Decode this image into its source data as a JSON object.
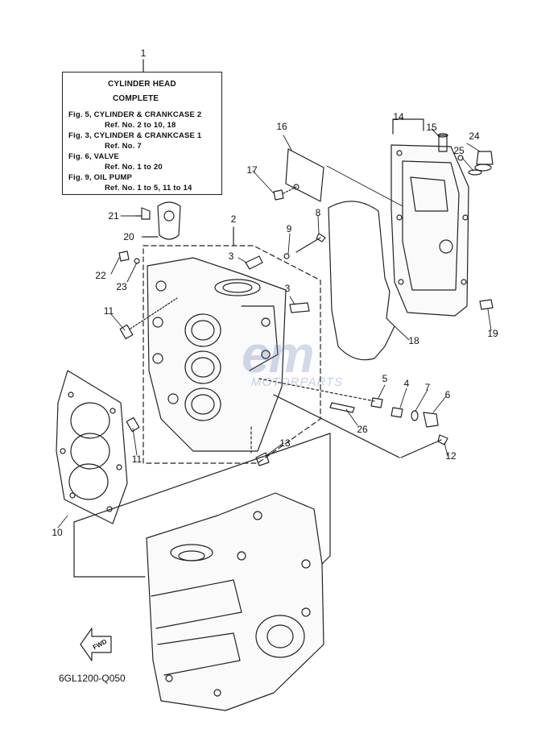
{
  "note": {
    "title_line1": "CYLINDER  HEAD",
    "title_line2": "COMPLETE",
    "lines": [
      "Fig. 5, CYLINDER & CRANKCASE 2",
      "Ref. No. 2 to 10, 18",
      "Fig. 3, CYLINDER & CRANKCASE 1",
      "Ref. No. 7",
      "Fig. 6, VALVE",
      "Ref. No. 1 to 20",
      "Fig. 9, OIL PUMP",
      "Ref. No. 1 to 5, 11 to 14"
    ]
  },
  "callouts": {
    "c1": "1",
    "c2": "2",
    "c3a": "3",
    "c3b": "3",
    "c4": "4",
    "c5": "5",
    "c6": "6",
    "c7": "7",
    "c8": "8",
    "c9": "9",
    "c10": "10",
    "c11a": "11",
    "c11b": "11",
    "c12": "12",
    "c13": "13",
    "c14": "14",
    "c15": "15",
    "c16": "16",
    "c17": "17",
    "c18": "18",
    "c19": "19",
    "c20": "20",
    "c21": "21",
    "c22": "22",
    "c23": "23",
    "c24": "24",
    "c25": "25",
    "c26": "26"
  },
  "fwd_label": "FWD",
  "diagram_code": "6GL1200-Q050",
  "watermark": {
    "main": "em",
    "sub": "MOTORPARTS"
  }
}
